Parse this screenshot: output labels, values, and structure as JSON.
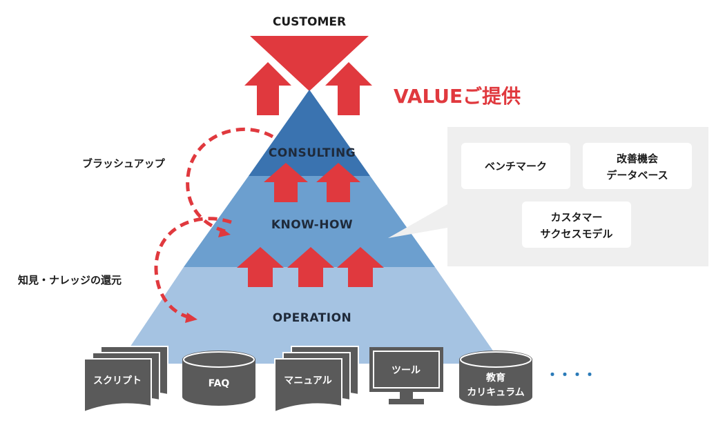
{
  "top_label": "CUSTOMER",
  "value_label": "VALUEご提供",
  "layers": {
    "consulting": "CONSULTING",
    "knowhow": "KNOW-HOW",
    "operation": "OPERATION"
  },
  "side_labels": {
    "brushup": "ブラッシュアップ",
    "feedback": "知見・ナレッジの還元"
  },
  "knowhow_panel": {
    "cards": [
      {
        "lines": [
          "ベンチマーク"
        ]
      },
      {
        "lines": [
          "改善機会",
          "データベース"
        ]
      },
      {
        "lines": [
          "カスタマー",
          "サクセスモデル"
        ]
      }
    ]
  },
  "assets": {
    "script": "スクリプト",
    "faq": "FAQ",
    "manual": "マニュアル",
    "tool": "ツール",
    "curriculum": [
      "教育",
      "カリキュラム"
    ],
    "more": "・・・・"
  },
  "colors": {
    "red": "#e0393e",
    "consulting": "#3a73b0",
    "knowhow": "#6c9fcf",
    "operation": "#a5c3e2",
    "asset_gray": "#5a5a5a",
    "panel_gray": "#efefef",
    "more_dots": "#2a7ab8"
  },
  "icons": [
    "funnel-icon",
    "up-arrow-icon",
    "dashed-curved-arrow-icon",
    "document-stack-icon",
    "database-icon",
    "monitor-icon"
  ]
}
